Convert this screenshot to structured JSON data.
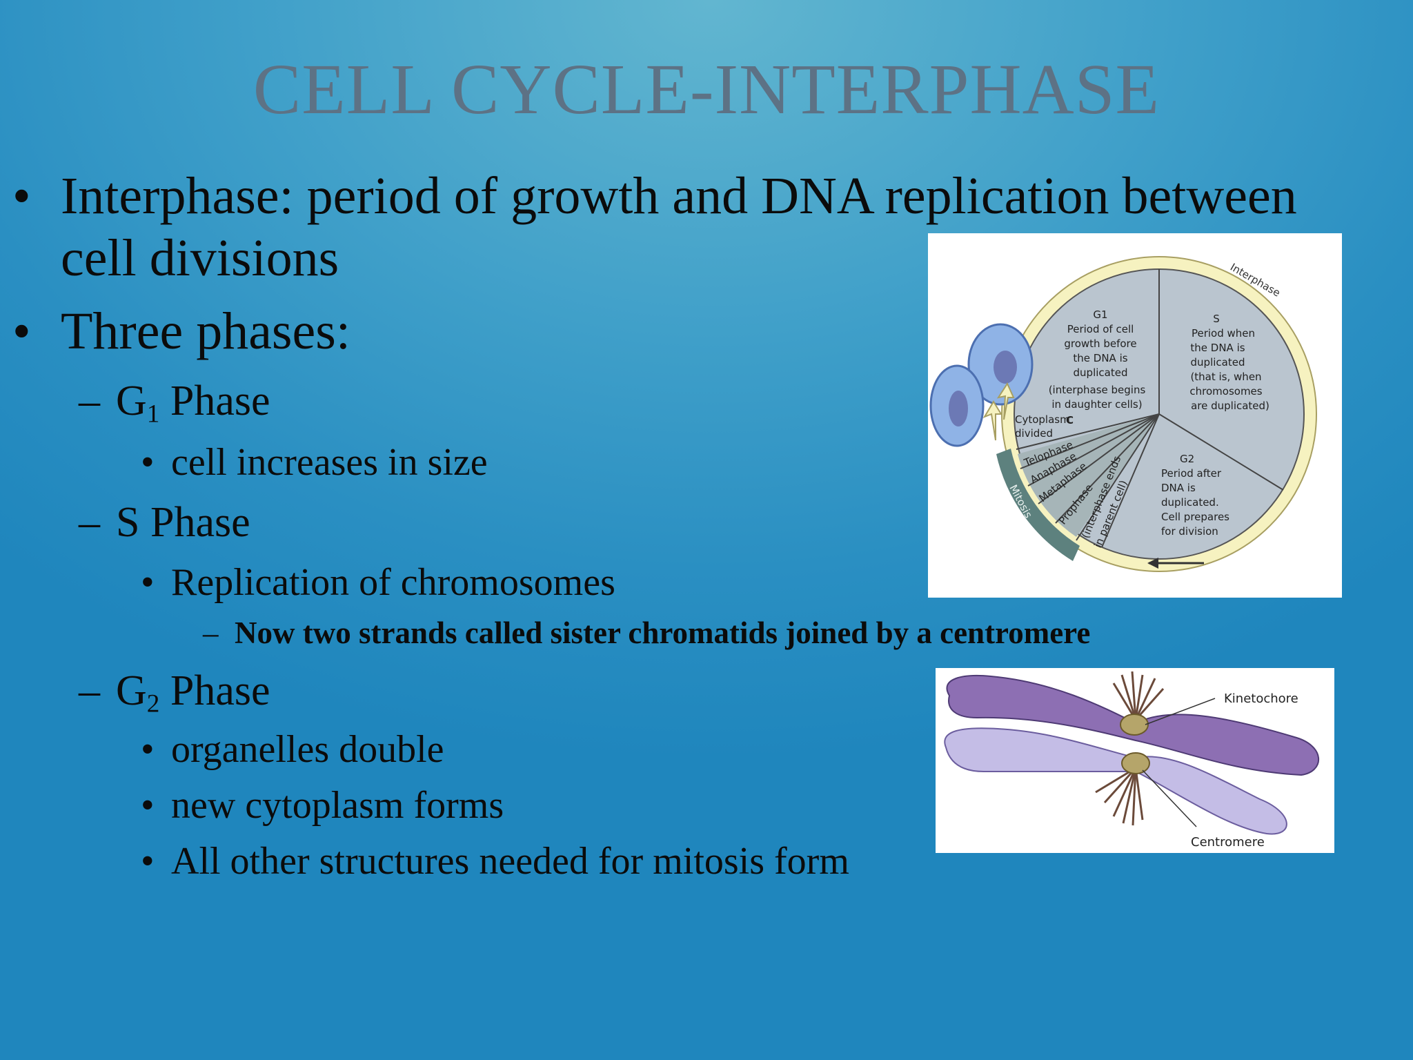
{
  "slide": {
    "title": "CELL CYCLE-INTERPHASE",
    "bullet_char": "•",
    "dash_char": "–",
    "bullets": {
      "b1_line1": "Interphase: period of growth and DNA replication between",
      "b1_line2": "cell divisions",
      "b2": "Three phases:",
      "g1_letter": "G",
      "g1_sub": "1",
      "g1_suffix": " Phase",
      "g1_detail": "cell increases in size",
      "s_phase": "S Phase",
      "s_detail": "Replication of chromosomes",
      "s_note": "Now two strands called sister chromatids joined by a centromere",
      "g2_letter": "G",
      "g2_sub": "2",
      "g2_suffix": " Phase",
      "g2_detail1": "organelles double",
      "g2_detail2": "new cytoplasm forms",
      "g2_detail3": "All other structures needed for mitosis form"
    }
  },
  "cycle_diagram": {
    "interphase_label": "Interphase",
    "g1_lines": [
      "G1",
      "Period of cell",
      "growth before",
      "the DNA is",
      "duplicated",
      "(interphase begins",
      "in daughter cells)"
    ],
    "s_lines": [
      "S",
      "Period when",
      "the DNA is",
      "duplicated",
      "(that is, when",
      "chromosomes",
      "are duplicated)"
    ],
    "g2_lines": [
      "G2",
      "Period after",
      "DNA is",
      "duplicated.",
      "Cell prepares",
      "for division"
    ],
    "cytoplasm_lines": [
      "Cytoplasm",
      "divided"
    ],
    "c_label": "C",
    "phases": [
      "Telophase",
      "Anaphase",
      "Metaphase",
      "Prophase"
    ],
    "interphase_ends_lines": [
      "(interphase ends",
      "in parent cell)"
    ],
    "mitosis_label": "Mitosis"
  },
  "chromosome_diagram": {
    "kinetochore_label": "Kinetochore",
    "centromere_label": "Centromere"
  },
  "colors": {
    "background": "#2a8fc2",
    "title": "#5d7285",
    "text": "#0b0b0b",
    "diagram_gray": "#bac5cf",
    "diagram_ring": "#f6f2c0",
    "mitosis_band": "#5d817e",
    "chromatid_dark": "#8d6fb3",
    "chromatid_light": "#c4bde6",
    "centromere": "#b5a56a"
  }
}
